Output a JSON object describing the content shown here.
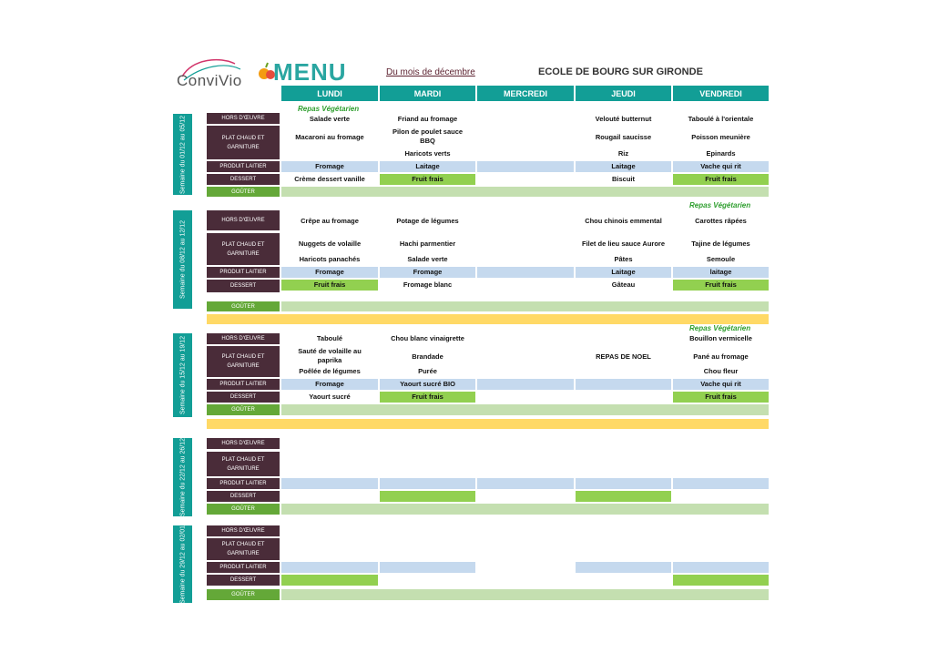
{
  "header": {
    "logo_name": "ConviVio",
    "logo_tagline": "",
    "menu_title": "MENU",
    "month": "Du mois de décembre",
    "school": "ECOLE DE BOURG SUR GIRONDE"
  },
  "days": [
    "LUNDI",
    "MARDI",
    "MERCREDI",
    "JEUDI",
    "VENDREDI"
  ],
  "categories": {
    "hors_oeuvre": "HORS D'ŒUVRE",
    "plat_chaud": "PLAT CHAUD ET GARNITURE",
    "produit_laitier": "PRODUIT LAITIER",
    "dessert": "DESSERT",
    "gouter": "GOÛTER"
  },
  "vegetarian_label": "Repas Végétarien",
  "weeks": [
    {
      "label": "Semaine du 01/12 au 05/12",
      "lundi": {
        "hors": "Salade verte",
        "plat1": "Macaroni au fromage",
        "plat2": "",
        "laitier": "Fromage",
        "dessert": "Crème dessert vanille"
      },
      "mardi": {
        "hors": "Friand au fromage",
        "plat1": "Pilon de poulet sauce BBQ",
        "plat2": "Haricots verts",
        "laitier": "Laitage",
        "dessert": "Fruit frais"
      },
      "jeudi": {
        "hors": "Velouté butternut",
        "plat1": "Rougail saucisse",
        "plat2": "Riz",
        "laitier": "Laitage",
        "dessert": "Biscuit"
      },
      "vendredi": {
        "hors": "Taboulé à l'orientale",
        "plat1": "Poisson meunière",
        "plat2": "Epinards",
        "laitier": "Vache qui rit",
        "dessert": "Fruit frais"
      }
    },
    {
      "label": "Semaine du 08/12 au 12/12",
      "lundi": {
        "hors": "Crêpe au fromage",
        "plat1": "Nuggets de volaille",
        "plat2": "Haricots panachés",
        "laitier": "Fromage",
        "dessert": "Fruit frais"
      },
      "mardi": {
        "hors": "Potage de légumes",
        "plat1": "Hachi parmentier",
        "plat2": "Salade verte",
        "laitier": "Fromage",
        "dessert": "Fromage blanc"
      },
      "jeudi": {
        "hors": "Chou chinois emmental",
        "plat1": "Filet de lieu sauce Aurore",
        "plat2": "Pâtes",
        "laitier": "Laitage",
        "dessert": "Gâteau"
      },
      "vendredi": {
        "hors": "Carottes râpées",
        "plat1": "Tajine de légumes",
        "plat2": "Semoule",
        "laitier": "laitage",
        "dessert": "Fruit frais"
      }
    },
    {
      "label": "Semaine du 15/12 au 19/12",
      "lundi": {
        "hors": "Taboulé",
        "plat1": "Sauté de volaille au paprika",
        "plat2": "Poêlée de légumes",
        "laitier": "Fromage",
        "dessert": "Yaourt sucré"
      },
      "mardi": {
        "hors": "Chou blanc vinaigrette",
        "plat1": "Brandade",
        "plat2": "Purée",
        "laitier": "Yaourt sucré BIO",
        "dessert": "Fruit frais"
      },
      "jeudi": {
        "hors": "",
        "plat1": "REPAS DE NOEL",
        "plat2": "",
        "laitier": "",
        "dessert": ""
      },
      "vendredi": {
        "hors": "Bouillon vermicelle",
        "plat1": "Pané au fromage",
        "plat2": "Chou fleur",
        "laitier": "Vache qui rit",
        "dessert": "Fruit frais"
      }
    },
    {
      "label": "Semaine du 22/12 au 26/12"
    },
    {
      "label": "Semaine du 29/12 au 02/01"
    }
  ],
  "colors": {
    "teal": "#129e96",
    "plum": "#4a2c39",
    "green": "#64a838",
    "light_blue": "#c5d9ee",
    "fresh_green": "#92d050",
    "pale_green": "#c4dfb0",
    "yellow": "#ffd966"
  }
}
